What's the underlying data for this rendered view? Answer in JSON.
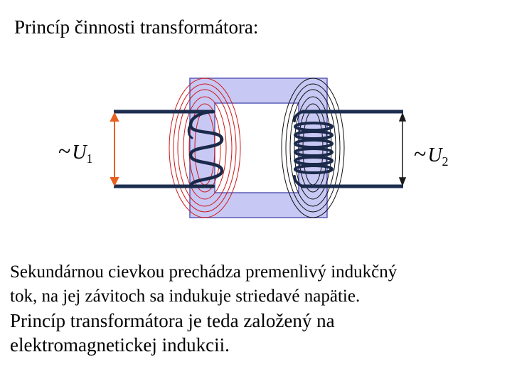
{
  "title": "Princíp činnosti transformátora:",
  "labels": {
    "primary": {
      "tilde": "~",
      "symbol": "U",
      "subscript": "1"
    },
    "secondary": {
      "tilde": "~",
      "symbol": "U",
      "subscript": "2"
    }
  },
  "colors": {
    "core_fill": "#c8c8f4",
    "core_stroke": "#5a5ab8",
    "coil": "#1a2a4a",
    "wire": "#1c2e4f",
    "primary_field": "#d01818",
    "secondary_field": "#101010",
    "voltage_arrow": "#e86020"
  },
  "text": {
    "line1": "Sekundárnou cievkou prechádza premenlivý indukčný",
    "line2": "tok, na jej závitoch sa indukuje striedavé napätie.",
    "line3": "Princíp transformátora je teda založený na",
    "line4": "elektromagnetickej indukcii."
  }
}
